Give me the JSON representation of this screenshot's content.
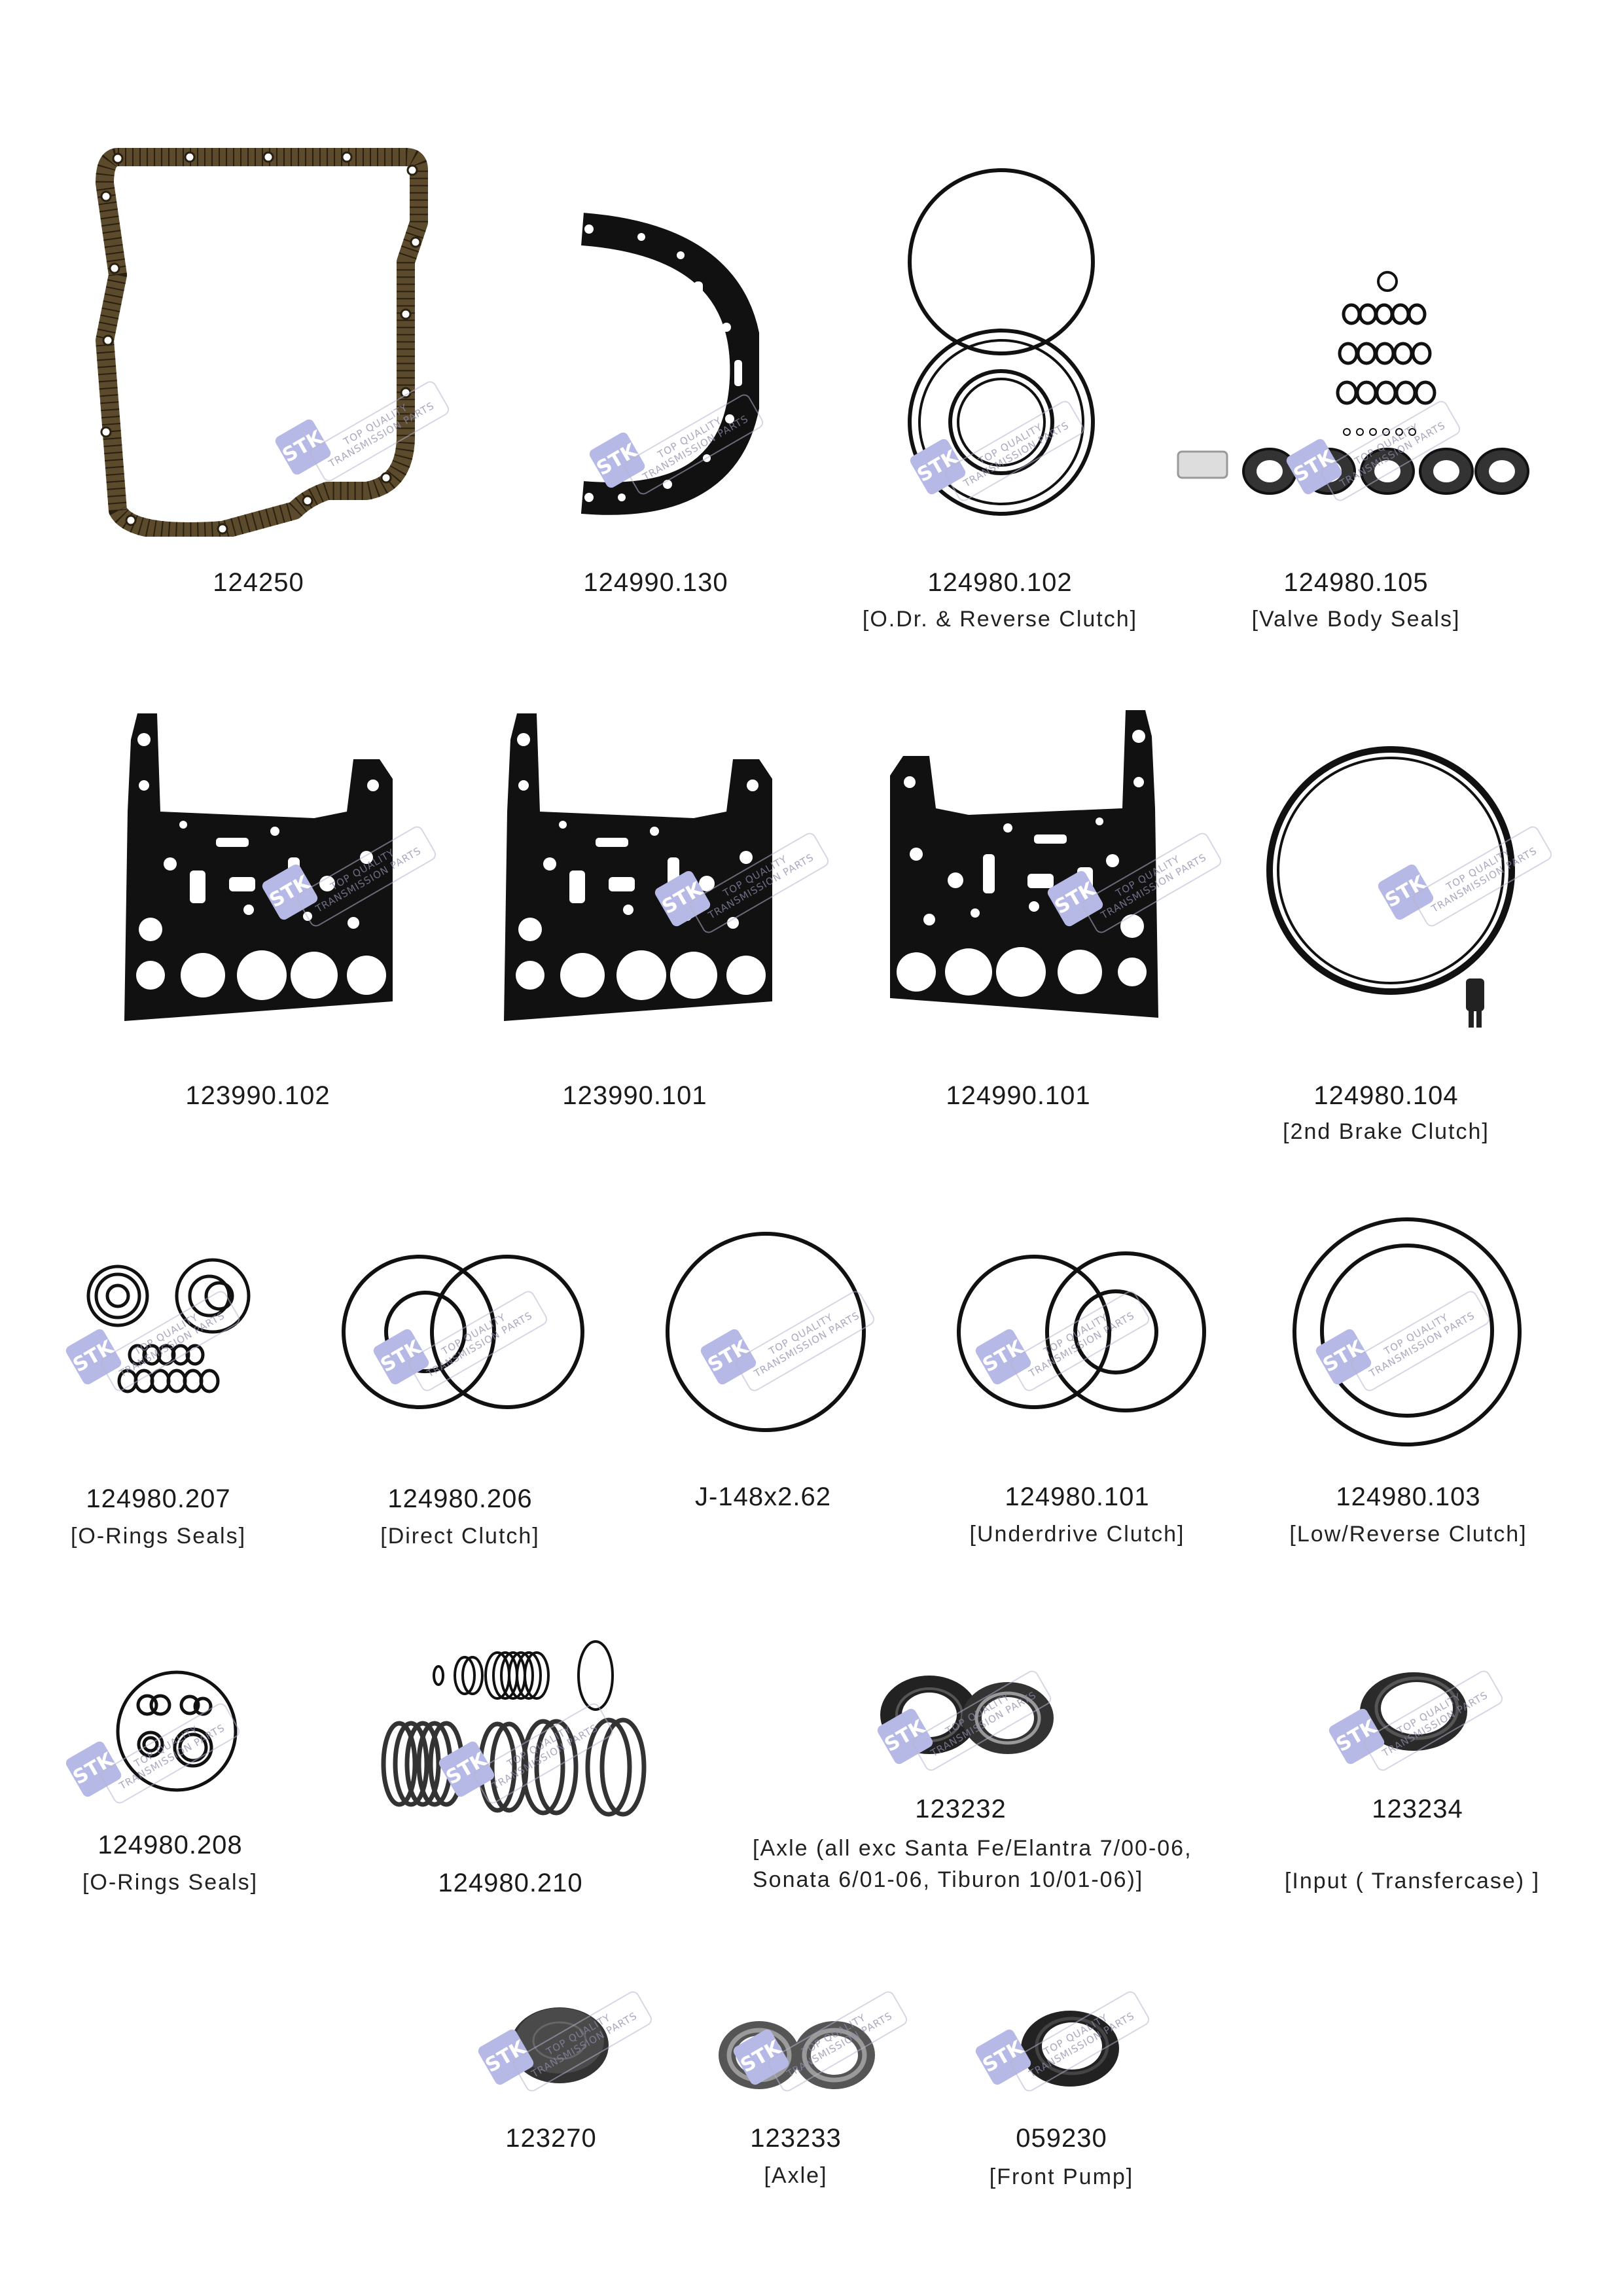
{
  "watermark": {
    "logo": "STK",
    "line1": "TOP QUALITY",
    "line2": "TRANSMISSION PARTS"
  },
  "colors": {
    "ink": "#1a1a1a",
    "cork": "#5c4a2c",
    "watermark": "#b6b8e6",
    "seal_gray": "#9a9a9a"
  },
  "items": [
    {
      "code": "124250",
      "desc": ""
    },
    {
      "code": "124990.130",
      "desc": ""
    },
    {
      "code": "124980.102",
      "desc": "[O.Dr. & Reverse Clutch]"
    },
    {
      "code": "124980.105",
      "desc": "[Valve Body Seals]"
    },
    {
      "code": "123990.102",
      "desc": ""
    },
    {
      "code": "123990.101",
      "desc": ""
    },
    {
      "code": "124990.101",
      "desc": ""
    },
    {
      "code": "124980.104",
      "desc": "[2nd Brake Clutch]"
    },
    {
      "code": "124980.207",
      "desc": "[O-Rings Seals]"
    },
    {
      "code": "124980.206",
      "desc": "[Direct Clutch]"
    },
    {
      "code": "J-148x2.62",
      "desc": ""
    },
    {
      "code": "124980.101",
      "desc": "[Underdrive Clutch]"
    },
    {
      "code": "124980.103",
      "desc": "[Low/Reverse Clutch]"
    },
    {
      "code": "124980.208",
      "desc": "[O-Rings Seals]"
    },
    {
      "code": "124980.210",
      "desc": ""
    },
    {
      "code": "123232",
      "desc_line1": "[Axle (all exc Santa Fe/Elantra 7/00-06,",
      "desc_line2": "Sonata 6/01-06, Tiburon 10/01-06)]"
    },
    {
      "code": "123234",
      "desc": "[Input ( Transfercase) ]"
    },
    {
      "code": "123270",
      "desc": ""
    },
    {
      "code": "123233",
      "desc": "[Axle]"
    },
    {
      "code": "059230",
      "desc": "[Front Pump]"
    }
  ]
}
